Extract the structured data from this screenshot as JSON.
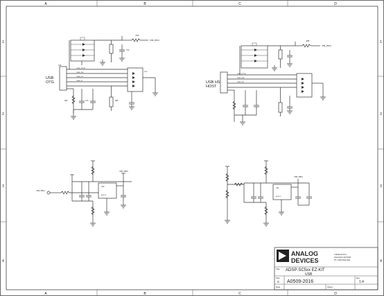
{
  "border": {
    "columns": [
      "A",
      "B",
      "C",
      "D"
    ],
    "rows": [
      "1",
      "2",
      "3",
      "4"
    ]
  },
  "sections": {
    "usb_otg_label_1": "USB",
    "usb_otg_label_2": "OTG",
    "usb_hs_label_1": "USB HS",
    "usb_hs_label_2": "HOST"
  },
  "net_labels": {
    "usb_vbus_1": "USB_VBUS",
    "usb_vbus_2": "USB_VBUS",
    "usb_vbus_3": "USB_VBUS",
    "usb_vbus_4": "USB_VBUS"
  },
  "title_block": {
    "logo_line1": "ANALOG",
    "logo_line2": "DEVICES",
    "address_1": "2 Elizabeth Drive",
    "address_2": "Chelmsford, MA 01824",
    "phone": "PH: 1-800-ANALOGD",
    "title_label": "Title",
    "title_value": "ADSP-SC5xx EZ-KIT",
    "subtitle_value": "USB",
    "size_label": "Size",
    "size_value": "C",
    "board_no": "A0509-2016",
    "rev_label": "Rev",
    "rev_value": "1.4",
    "date_label": "Date",
    "sheet_label": "Sheet"
  }
}
